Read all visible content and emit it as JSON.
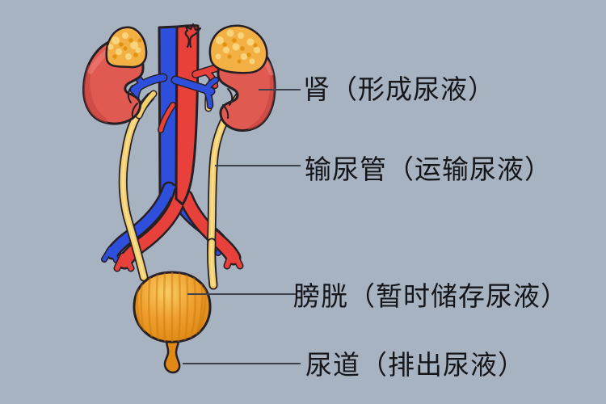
{
  "labels": {
    "kidney": "肾（形成尿液）",
    "ureter": "输尿管（运输尿液）",
    "bladder": "膀胱（暂时储存尿液）",
    "urethra": "尿道（排出尿液）"
  },
  "figure": {
    "type": "anatomy-diagram",
    "subject": "human urinary system",
    "parts": [
      "adrenal-gland-left",
      "adrenal-gland-right",
      "kidney-left",
      "kidney-right",
      "inferior-vena-cava",
      "aorta",
      "renal-vessels",
      "ureter-left",
      "ureter-right",
      "bladder",
      "urethra"
    ]
  },
  "colors": {
    "bg": "#a8b3c2",
    "outline": "#261f24",
    "kidney": "#e05a52",
    "kidneyShade": "#c2443e",
    "kidneyHi": "#ef837a",
    "adrenal": "#f3b145",
    "adrenalLight": "#f8d47c",
    "adrenalDark": "#e1920e",
    "artery": "#e8413b",
    "vein": "#2e4fdc",
    "ureter": "#f4cf6d",
    "ureterHi": "#fbe7a8",
    "bladderLight": "#f9cd62",
    "bladderMid": "#f0a030",
    "bladderDark": "#e08a15",
    "striation": "#c97b10",
    "leader": "#3d424d",
    "text": "#15161a"
  }
}
